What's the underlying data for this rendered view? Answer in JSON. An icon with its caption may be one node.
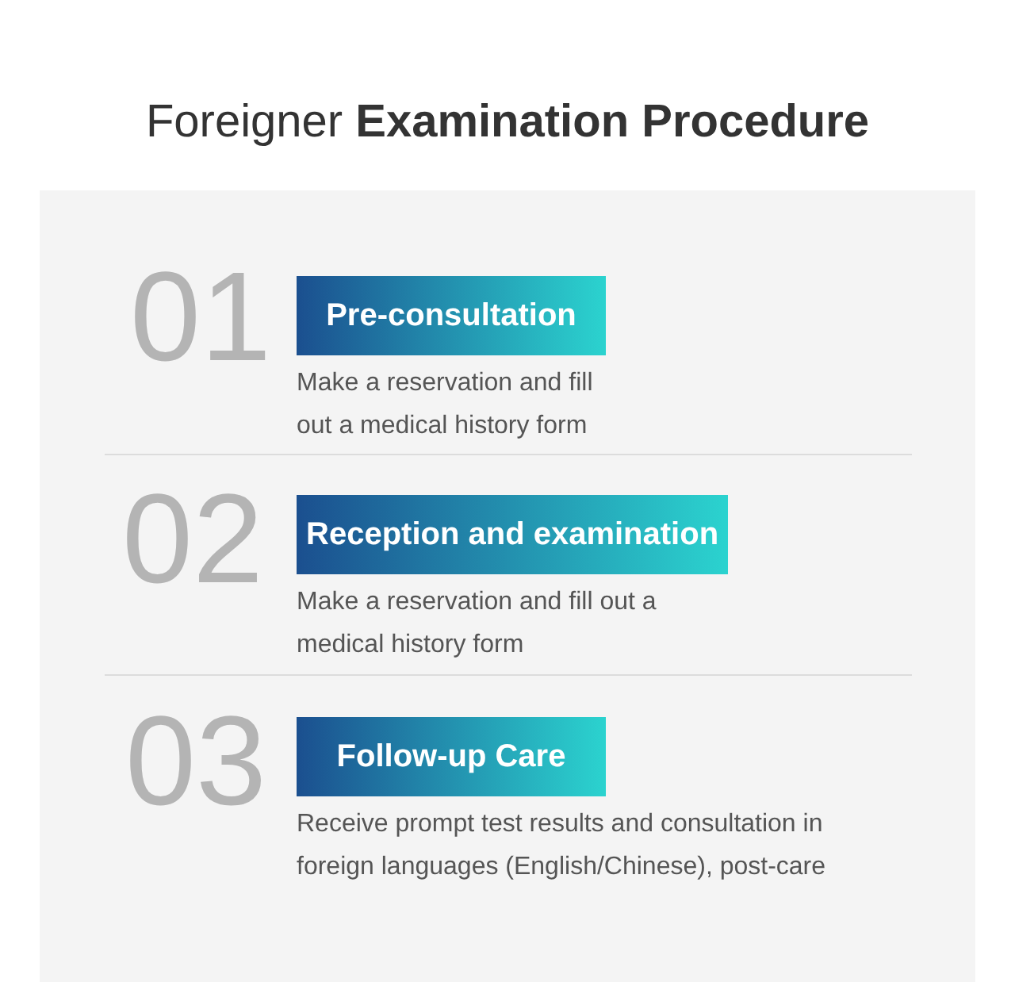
{
  "diagram": {
    "title": "Foreigner **Examination Procedure**",
    "nodes": [
      {
        "text": [],
        "shape": "box"
      },
      {
        "text": [
          "Pre-consultation"
        ],
        "in": 0,
        "beside": [
          "01",
          "Make a reservation and fill out a medical history form"
        ]
      },
      {
        "text": [
          "Reception and examination"
        ],
        "in": 0,
        "beside": [
          "02",
          "Make a reservation and fill out a medical history form"
        ]
      },
      {
        "text": [
          "Follow-up Care"
        ],
        "in": 0,
        "beside": [
          "03",
          "Receive prompt test results and consultation in foreign languages (English/Chinese), post-care"
        ]
      }
    ]
  }
}
